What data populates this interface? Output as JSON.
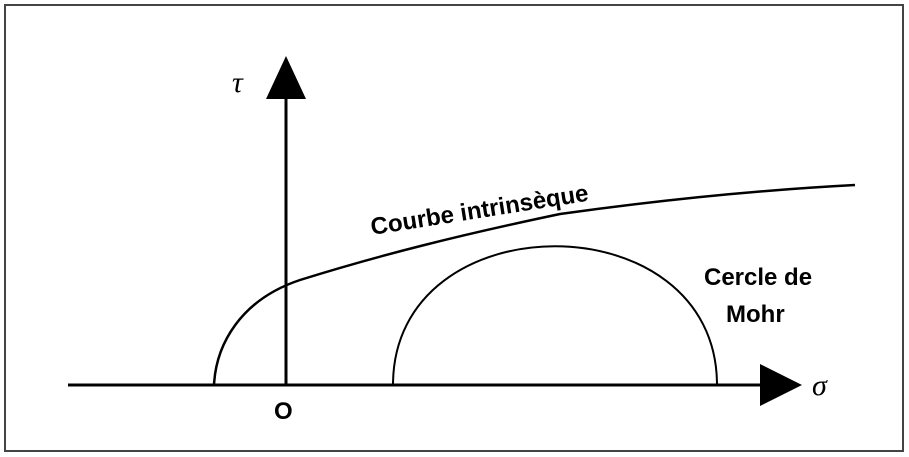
{
  "axes": {
    "vertical_label": "τ",
    "horizontal_label": "σ",
    "origin_label": "O"
  },
  "curve": {
    "label": "Courbe intrinsèque"
  },
  "circle": {
    "label_line1": "Cercle de",
    "label_line2": "Mohr"
  },
  "colors": {
    "stroke": "#000000",
    "frame": "#444444",
    "background": "#ffffff"
  }
}
